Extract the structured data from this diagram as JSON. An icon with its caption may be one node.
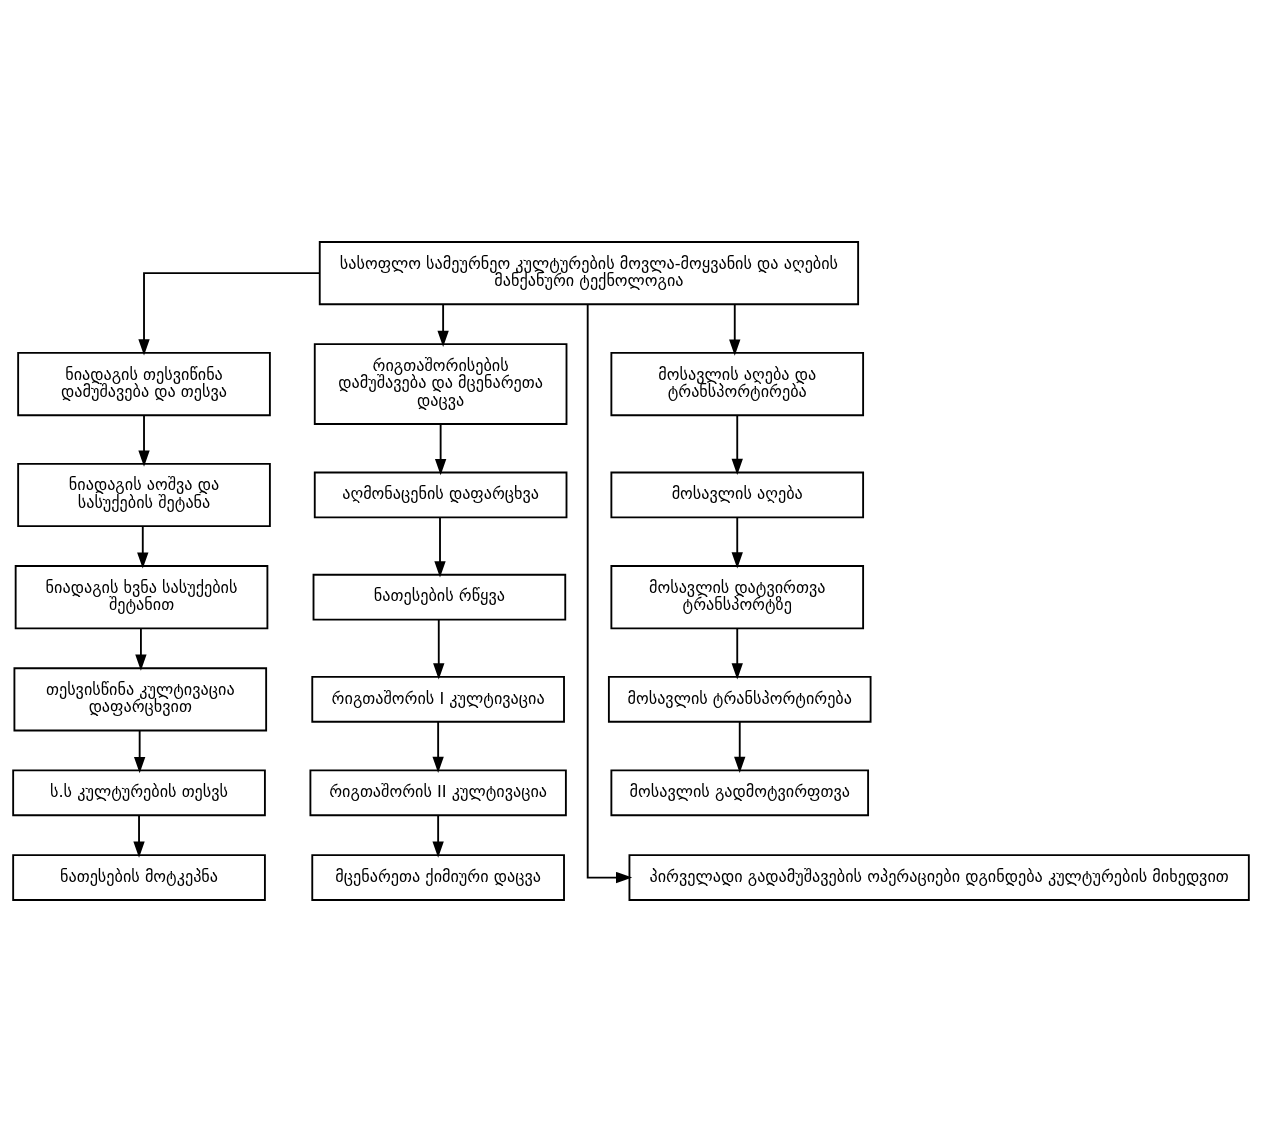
{
  "diagram": {
    "nodes": [
      {
        "text": [
          "სასოფლო სამეურნეო კულტურების მოვლა-მოყვანის და აღების მანქანური ტექნოლოგია"
        ]
      },
      {
        "text": [
          "ნიადაგის თესვიწინა დამუშავება და თესვა"
        ]
      },
      {
        "text": [
          "ნიადაგის აოშვა და სასუქების შეტანა"
        ]
      },
      {
        "text": [
          "ნიადაგის ხვნა სასუქების შეტანით"
        ]
      },
      {
        "text": [
          "თესვისწინა კულტივაცია დაფარცხვით"
        ]
      },
      {
        "text": [
          "ს.ს კულტურების თესვს"
        ]
      },
      {
        "text": [
          "ნათესების მოტკეპნა"
        ]
      },
      {
        "text": [
          "რიგთაშორისების დამუშავება და მცენარეთა დაცვა"
        ]
      },
      {
        "text": [
          "აღმონაცენის დაფარცხვა"
        ]
      },
      {
        "text": [
          "ნათესების რწყვა"
        ]
      },
      {
        "text": [
          "რიგთაშორის I კულტივაცია"
        ]
      },
      {
        "text": [
          "რიგთაშორის II კულტივაცია"
        ]
      },
      {
        "text": [
          "მცენარეთა ქიმიური დაცვა"
        ]
      },
      {
        "text": [
          "მოსავლის აღება და ტრანსპორტირება"
        ]
      },
      {
        "text": [
          "მოსავლის აღება"
        ]
      },
      {
        "text": [
          "მოსავლის დატვირთვა ტრანსპორტზე"
        ]
      },
      {
        "text": [
          "მოსავლის ტრანსპორტირება"
        ]
      },
      {
        "text": [
          "მოსავლის გადმოტვირფთვა"
        ]
      },
      {
        "text": [
          "პირველადი გადამუშავების ოპერაციები დგინდება კულტურების მიხედვით"
        ]
      }
    ],
    "edges": [
      {
        "from": 0,
        "to": 1,
        "arrow": "to"
      },
      {
        "from": 0,
        "to": 7,
        "arrow": "to"
      },
      {
        "from": 0,
        "to": 13,
        "arrow": "to"
      },
      {
        "from": 0,
        "to": 18,
        "arrow": "to"
      },
      {
        "from": 1,
        "to": 2,
        "arrow": "to"
      },
      {
        "from": 2,
        "to": 3,
        "arrow": "to"
      },
      {
        "from": 3,
        "to": 4,
        "arrow": "to"
      },
      {
        "from": 4,
        "to": 5,
        "arrow": "to"
      },
      {
        "from": 5,
        "to": 6,
        "arrow": "to"
      },
      {
        "from": 7,
        "to": 8,
        "arrow": "to"
      },
      {
        "from": 8,
        "to": 9,
        "arrow": "to"
      },
      {
        "from": 9,
        "to": 10,
        "arrow": "to"
      },
      {
        "from": 10,
        "to": 11,
        "arrow": "to"
      },
      {
        "from": 11,
        "to": 12,
        "arrow": "to"
      },
      {
        "from": 13,
        "to": 14,
        "arrow": "to"
      },
      {
        "from": 14,
        "to": 15,
        "arrow": "to"
      },
      {
        "from": 15,
        "to": 16,
        "arrow": "to"
      },
      {
        "from": 16,
        "to": 17,
        "arrow": "to"
      }
    ]
  }
}
